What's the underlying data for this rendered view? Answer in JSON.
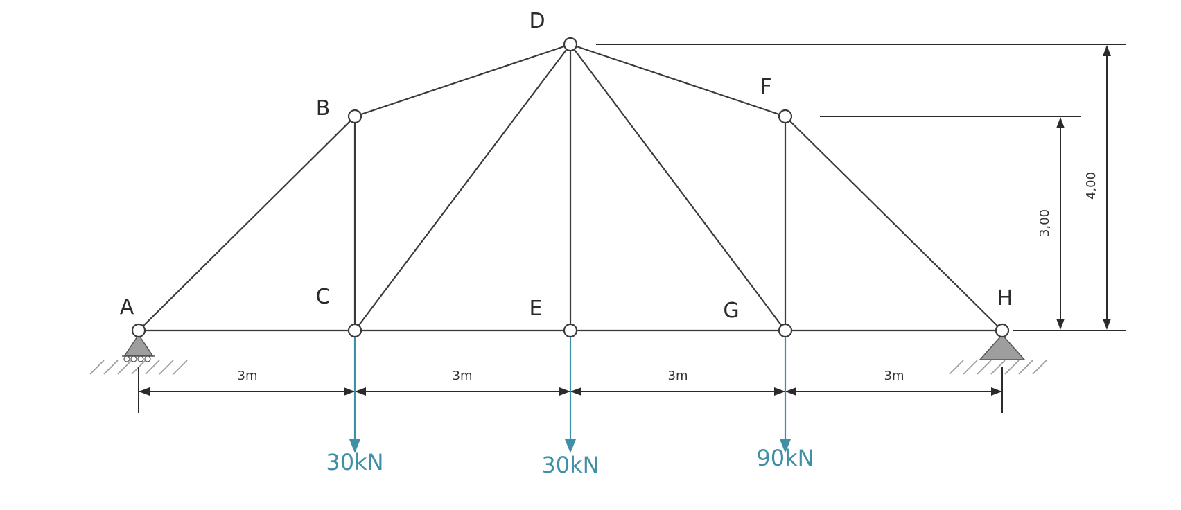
{
  "nodes": [
    {
      "id": "A",
      "label": "A"
    },
    {
      "id": "B",
      "label": "B"
    },
    {
      "id": "C",
      "label": "C"
    },
    {
      "id": "D",
      "label": "D"
    },
    {
      "id": "E",
      "label": "E"
    },
    {
      "id": "F",
      "label": "F"
    },
    {
      "id": "G",
      "label": "G"
    },
    {
      "id": "H",
      "label": "H"
    }
  ],
  "members": [
    [
      "A",
      "B"
    ],
    [
      "B",
      "D"
    ],
    [
      "D",
      "F"
    ],
    [
      "F",
      "H"
    ],
    [
      "A",
      "C"
    ],
    [
      "C",
      "E"
    ],
    [
      "E",
      "G"
    ],
    [
      "G",
      "H"
    ],
    [
      "B",
      "C"
    ],
    [
      "C",
      "D"
    ],
    [
      "D",
      "E"
    ],
    [
      "D",
      "G"
    ],
    [
      "F",
      "G"
    ]
  ],
  "supports": [
    {
      "node": "A",
      "type": "roller"
    },
    {
      "node": "H",
      "type": "pin"
    }
  ],
  "spans": [
    "3m",
    "3m",
    "3m",
    "3m"
  ],
  "heights": [
    "3,00",
    "4,00"
  ],
  "loads": [
    {
      "node": "C",
      "label": "30kN"
    },
    {
      "node": "E",
      "label": "30kN"
    },
    {
      "node": "G",
      "label": "90kN"
    }
  ],
  "colors": {
    "line": "#3a3a3a",
    "load": "#3f8fa6",
    "support_fill": "#9e9e9e"
  }
}
